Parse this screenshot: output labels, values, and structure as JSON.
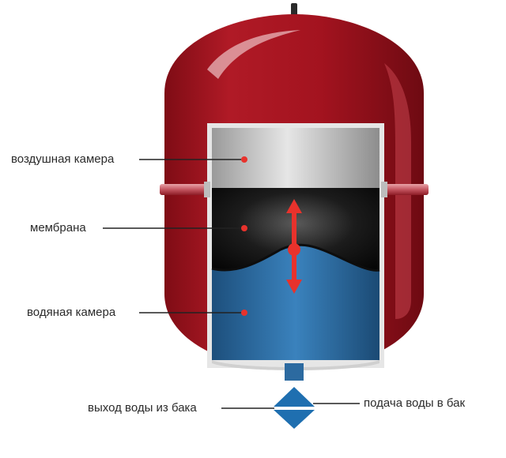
{
  "labels": {
    "air_chamber": "воздушная камера",
    "membrane": "мембрана",
    "water_chamber": "водяная камера",
    "water_outlet": "выход воды из бака",
    "water_inlet": "подача воды в бак"
  },
  "colors": {
    "tank_body": "#a3131f",
    "air_chamber": "#c7c7c7",
    "membrane_zone": "#111111",
    "water_chamber": "#2f72a8",
    "arrow": "#e8322c",
    "flow_marker": "#1f6fb0",
    "leader_line": "#222222"
  }
}
